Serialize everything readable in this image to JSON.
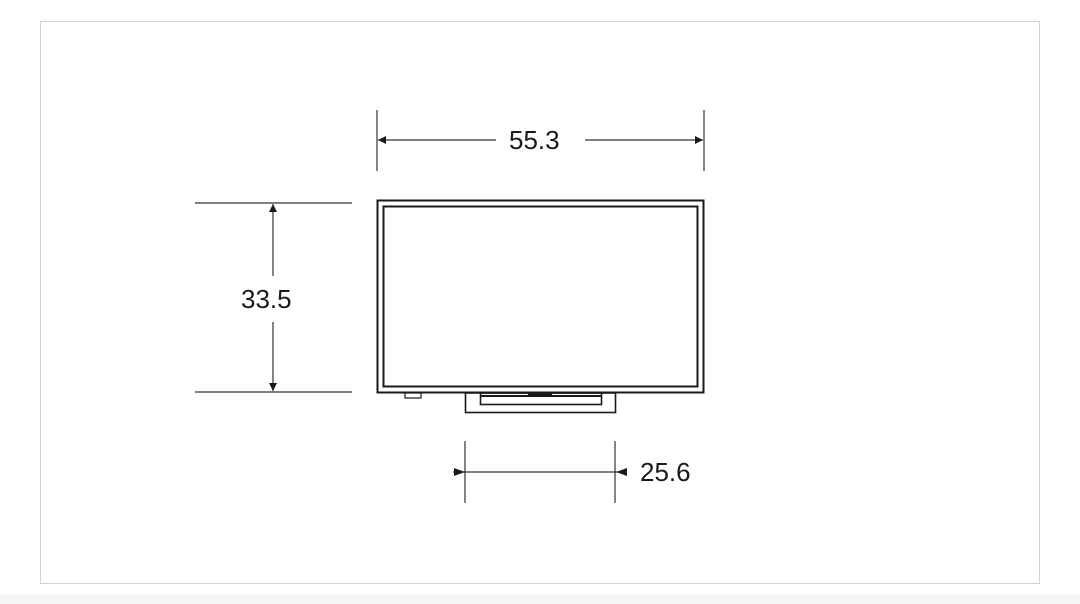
{
  "diagram": {
    "subject": "TV with stand, front view",
    "dimensions": {
      "width": "55.3",
      "height": "33.5",
      "stand_width": "25.6"
    },
    "colors": {
      "line": "#1a1a1a",
      "frame_border": "#d2d2d2",
      "background": "#ffffff"
    }
  }
}
